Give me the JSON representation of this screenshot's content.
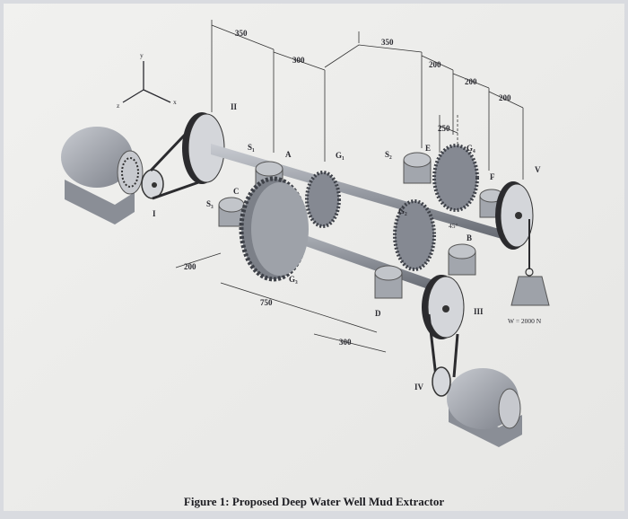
{
  "figure": {
    "caption": "Figure 1: Proposed Deep Water Well Mud Extractor",
    "weight_label": "W = 2000 N",
    "angle_label": "45°",
    "axes": {
      "x": "x",
      "y": "y",
      "z": "z"
    },
    "dimensions": {
      "d350_left": "350",
      "d300_top": "300",
      "d350_right": "350",
      "d200_a": "200",
      "d200_b": "200",
      "d200_c": "200",
      "d250": "250",
      "d200_left": "200",
      "d750": "750",
      "d300_bottom": "300"
    },
    "labels": {
      "I": "I",
      "II": "II",
      "III": "III",
      "IV": "IV",
      "V": "V",
      "S1": "S₁",
      "S2": "S₂",
      "S3": "S₃",
      "A": "A",
      "B": "B",
      "C": "C",
      "D": "D",
      "E": "E",
      "F": "F",
      "G1": "G₁",
      "G2": "G₂",
      "G3": "G₃",
      "G4": "G₄"
    }
  },
  "colors": {
    "background": "#d9dbe0",
    "paper": "#f3f3f1",
    "metal": "#8f949c",
    "metal_dark": "#5c6068",
    "belt": "#2b2b2e"
  }
}
